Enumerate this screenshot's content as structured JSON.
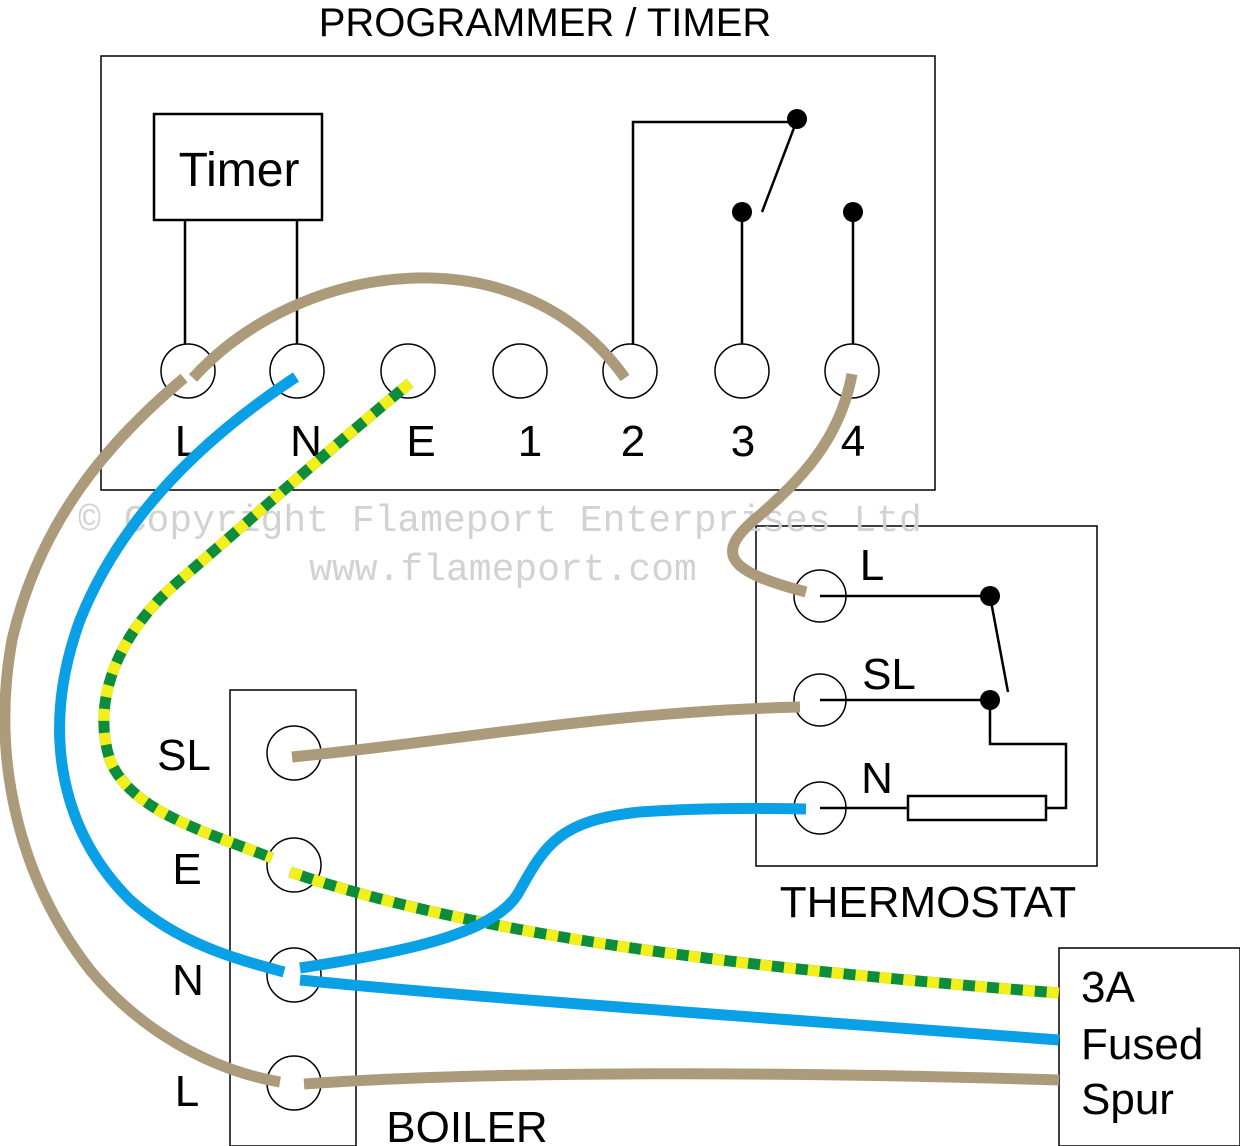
{
  "title": "PROGRAMMER / TIMER",
  "timer_label": "Timer",
  "programmer_terminals": [
    "L",
    "N",
    "E",
    "1",
    "2",
    "3",
    "4"
  ],
  "thermostat": {
    "title": "THERMOSTAT",
    "terminals": [
      "L",
      "SL",
      "N"
    ]
  },
  "boiler": {
    "title": "BOILER",
    "terminals": [
      "SL",
      "E",
      "N",
      "L"
    ]
  },
  "fused_spur": {
    "line1": "3A",
    "line2": "Fused",
    "line3": "Spur"
  },
  "watermark": {
    "line1": "© Copyright Flameport Enterprises Ltd",
    "line2": "www.flameport.com"
  },
  "colors": {
    "live_brown": "#ab9b7b",
    "neutral_blue": "#0aa0e6",
    "earth_green": "#0d8c3c",
    "earth_yellow": "#f2ef1c",
    "line_black": "#000000"
  }
}
